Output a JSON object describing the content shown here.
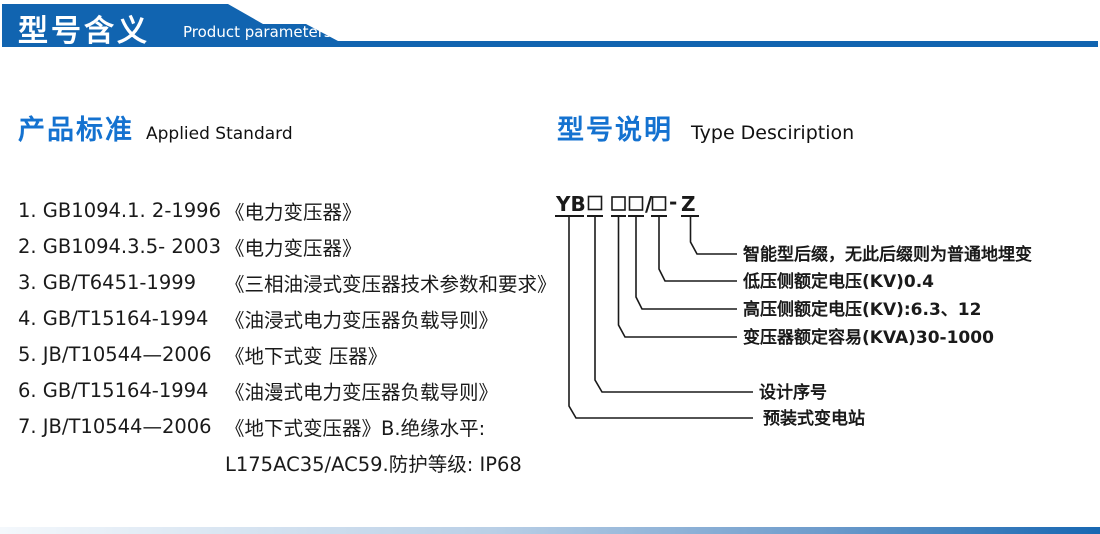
{
  "header": {
    "title_cn": "型号含义",
    "subtitle_en": "Product parameters"
  },
  "colors": {
    "banner_blue": "#1164b0",
    "heading_blue": "#1472d0",
    "text_dark": "#1a1a1a"
  },
  "left_section": {
    "heading_cn": "产品标准",
    "heading_en": "Applied Standard",
    "items": [
      {
        "code": "1. GB1094.1. 2-1996",
        "title": "《电力变压器》"
      },
      {
        "code": "2. GB1094.3.5- 2003",
        "title": "《电力变压器》"
      },
      {
        "code": "3. GB/T6451-1999",
        "title": "《三相油浸式变压器技术参数和要求》"
      },
      {
        "code": "4. GB/T15164-1994",
        "title": "《油浸式电力变压器负载导则》"
      },
      {
        "code": "5. JB/T10544—2006",
        "title": "《地下式变 压器》"
      },
      {
        "code": "6. GB/T15164-1994",
        "title": "《油漫式电力变压器负载导则》"
      },
      {
        "code": "7. JB/T10544—2006",
        "title": "《地下式变压器》B.绝缘水平:"
      },
      {
        "code": "",
        "title": "L175AC35/AC59.防护等级: IP68"
      }
    ]
  },
  "right_section": {
    "heading_cn": "型号说明",
    "heading_en": "Type Desciription",
    "model_code": {
      "prefix": "YB",
      "slash": "/",
      "dash": "-",
      "suffix": "Z"
    },
    "labels": [
      "智能型后缀，无此后缀则为普通地埋变",
      "低压侧额定电压(KV)0.4",
      "高压侧额定电压(KV):6.3、12",
      "变压器额定容易(KVA)30-1000",
      "设计序号",
      "预装式变电站"
    ]
  }
}
